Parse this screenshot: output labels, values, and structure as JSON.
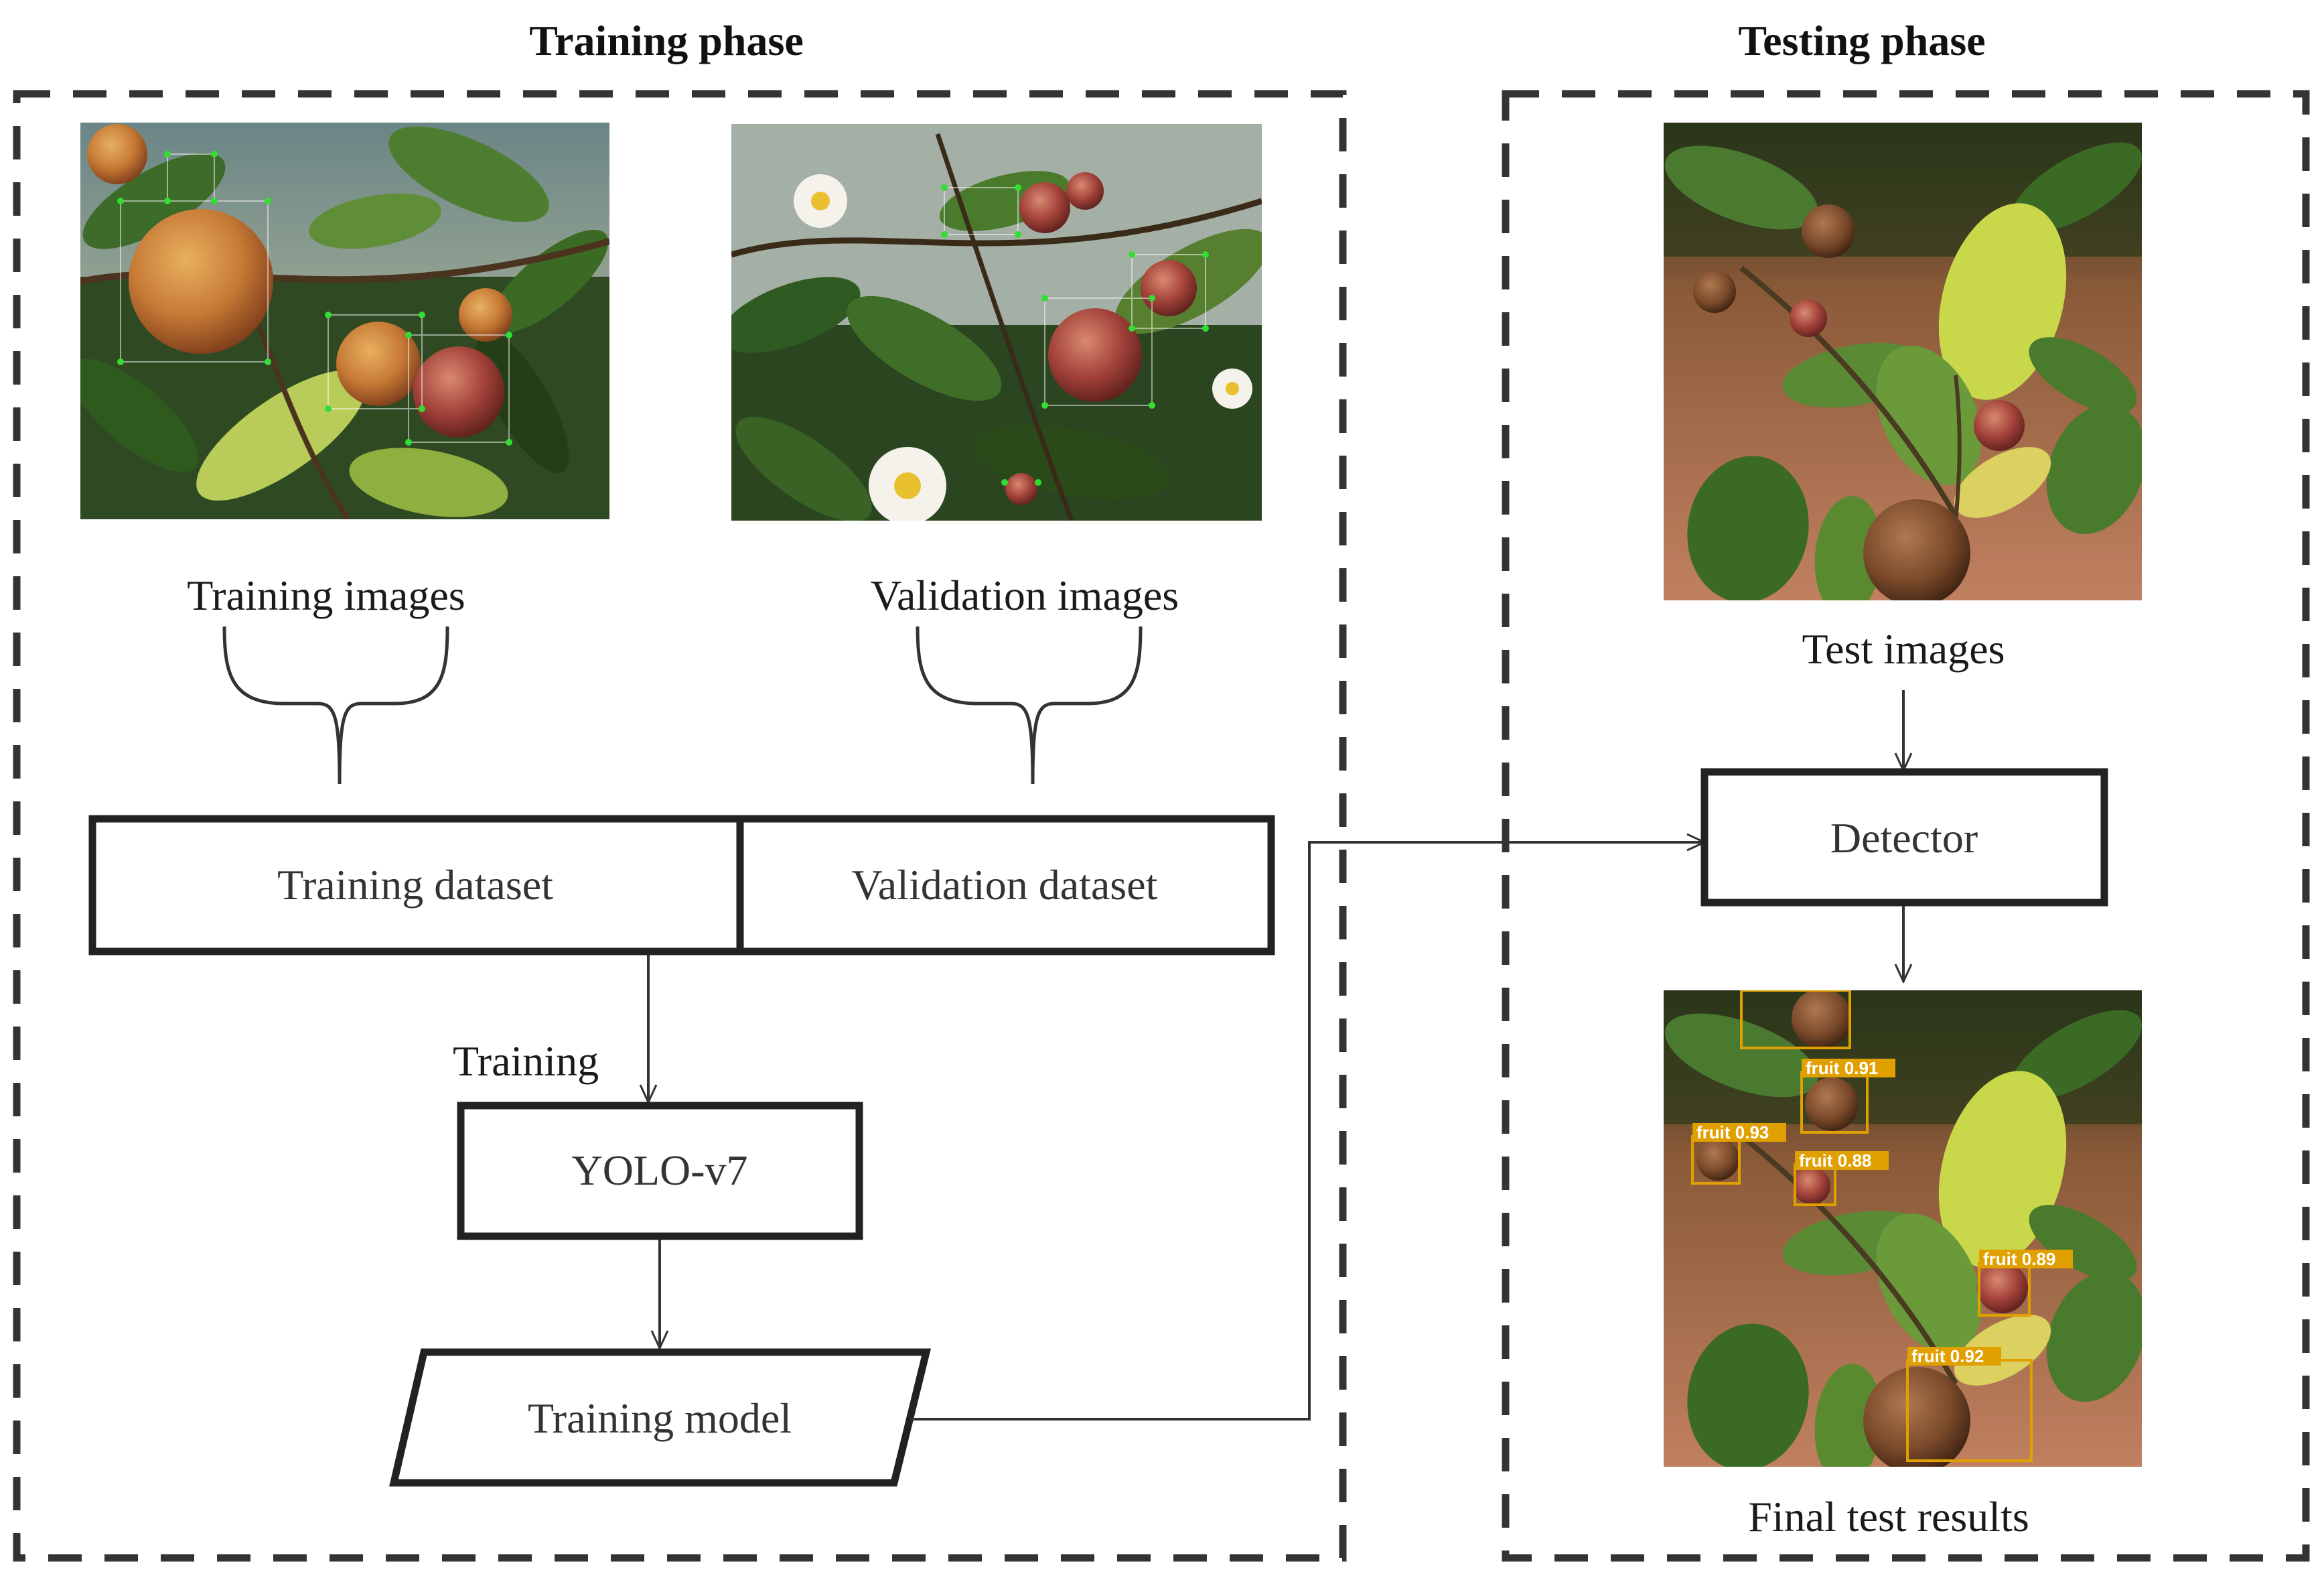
{
  "training_phase": {
    "title": "Training phase",
    "training_images_label": "Training images",
    "validation_images_label": "Validation images",
    "training_dataset_label": "Training dataset",
    "validation_dataset_label": "Validation dataset",
    "training_arrow_label": "Training",
    "model_label": "YOLO-v7",
    "trained_model_label": "Training model"
  },
  "testing_phase": {
    "title": "Testing phase",
    "test_images_label": "Test images",
    "detector_label": "Detector",
    "results_label": "Final test results",
    "detections": [
      {
        "label": "fruit 0.91"
      },
      {
        "label": "fruit 0.93"
      },
      {
        "label": "fruit 0.88"
      },
      {
        "label": "fruit 0.89"
      },
      {
        "label": "fruit 0.92"
      }
    ]
  },
  "colors": {
    "detection_box": "#e0a000",
    "annotation_points": "#33dd33"
  }
}
